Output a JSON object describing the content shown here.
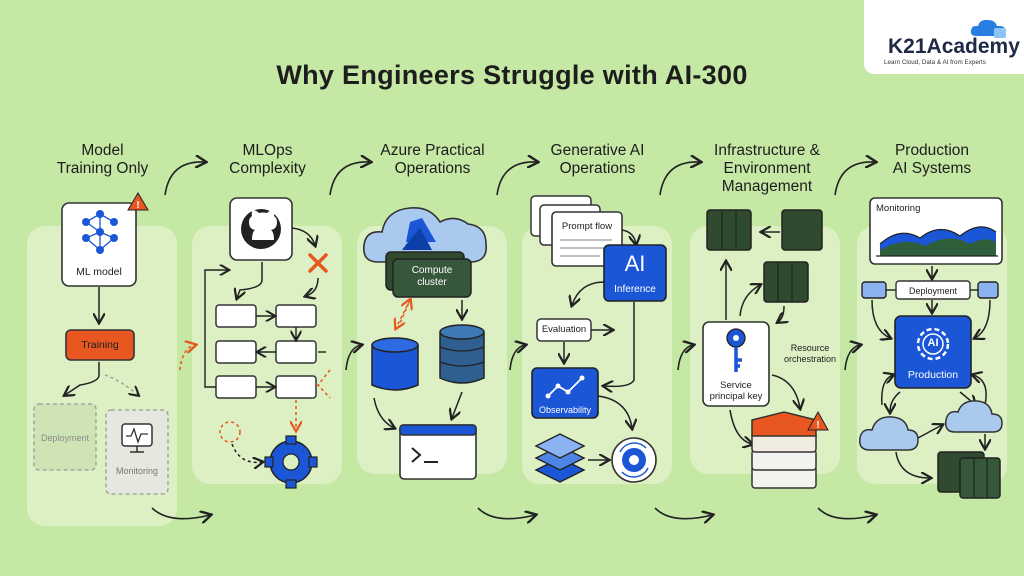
{
  "header": {
    "title": "Why Engineers Struggle with AI-300"
  },
  "brand": {
    "name": "K21Academy",
    "tagline": "Learn Cloud, Data & AI from Experts",
    "colors": {
      "accent_blue": "#1a56d6",
      "accent_orange": "#e8571f",
      "dark_green": "#2f4a2f",
      "background": "#c5e8a4"
    }
  },
  "stages": [
    {
      "title": "Model\nTraining Only",
      "labels": {
        "ml_model": "ML model",
        "training": "Training",
        "deployment": "Deployment",
        "monitoring": "Monitoring"
      }
    },
    {
      "title": "MLOps\nComplexity"
    },
    {
      "title": "Azure Practical\nOperations",
      "labels": {
        "compute": "Compute\ncluster"
      }
    },
    {
      "title": "Generative AI\nOperations",
      "labels": {
        "prompt_flow": "Prompt flow",
        "ai": "AI",
        "inference": "Inference",
        "evaluation": "Evaluation",
        "observability": "Observability"
      }
    },
    {
      "title": "Infrastructure &\nEnvironment\nManagement",
      "labels": {
        "resource": "Resource\norchestration",
        "service_key": "Service\nprincipal key"
      }
    },
    {
      "title": "Production\nAI Systems",
      "labels": {
        "monitoring": "Monitoring",
        "deployment": "Deployment",
        "ai": "AI",
        "production": "Production"
      }
    }
  ]
}
